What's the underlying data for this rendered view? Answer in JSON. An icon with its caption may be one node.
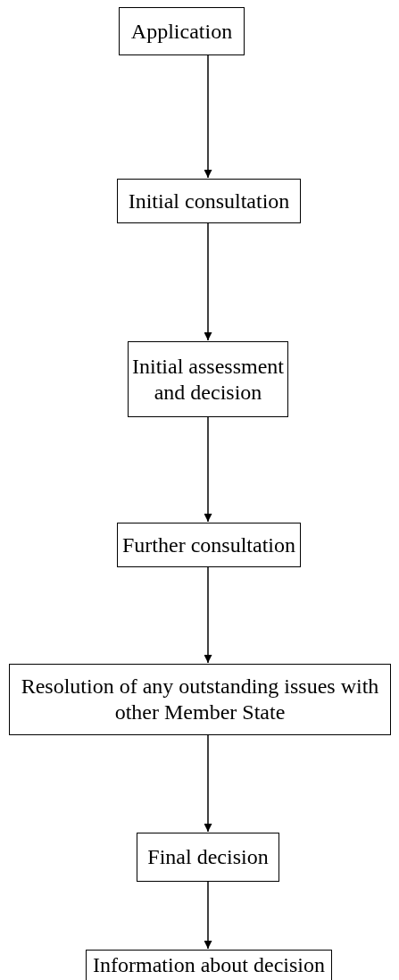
{
  "diagram": {
    "nodes": [
      {
        "text": [
          "Application"
        ]
      },
      {
        "text": [
          "Initial consultation"
        ]
      },
      {
        "text": [
          "Initial assessment and decision"
        ]
      },
      {
        "text": [
          "Further consultation"
        ]
      },
      {
        "text": [
          "Resolution of any outstanding issues with other Member State"
        ]
      },
      {
        "text": [
          "Final decision"
        ]
      },
      {
        "text": [
          "Information about decision"
        ]
      }
    ],
    "edges": [
      {
        "from": 0,
        "to": 1,
        "arrow": "to"
      },
      {
        "from": 1,
        "to": 2,
        "arrow": "to"
      },
      {
        "from": 2,
        "to": 3,
        "arrow": "to"
      },
      {
        "from": 3,
        "to": 4,
        "arrow": "to"
      },
      {
        "from": 4,
        "to": 5,
        "arrow": "to"
      },
      {
        "from": 5,
        "to": 6,
        "arrow": "to"
      }
    ]
  }
}
